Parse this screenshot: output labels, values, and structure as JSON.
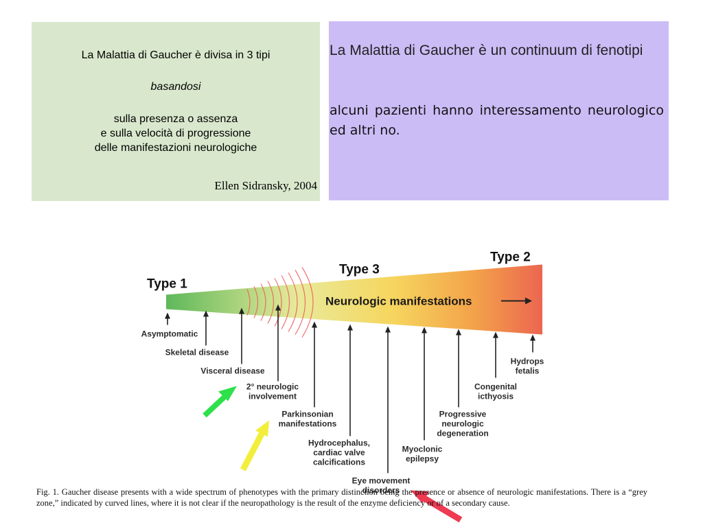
{
  "left_panel": {
    "line1": "La Malattia di Gaucher è divisa  in 3 tipi",
    "line2": "basandosi",
    "line3a": "sulla presenza o assenza",
    "line3b": "e sulla velocità di progressione",
    "line3c": "delle manifestazioni neurologiche",
    "citation": "Ellen Sidransky, 2004"
  },
  "right_panel": {
    "para1": "La Malattia di Gaucher è un continuum di fenotipi",
    "para2": "alcuni pazienti hanno interessamento neurologico ed altri no."
  },
  "figure": {
    "type1": "Type 1",
    "type2": "Type 2",
    "type3": "Type 3",
    "banner": "Neurologic manifestations",
    "phenotypes": [
      [
        "Asymptomatic"
      ],
      [
        "Skeletal disease"
      ],
      [
        "Visceral disease"
      ],
      [
        "2° neurologic",
        "involvement"
      ],
      [
        "Parkinsonian",
        "manifestations"
      ],
      [
        "Hydrocephalus,",
        "cardiac valve",
        "calcifications"
      ],
      [
        "Eye movement",
        "disorders"
      ],
      [
        "Myoclonic",
        "epilepsy"
      ],
      [
        "Progressive",
        "neurologic",
        "degeneration"
      ],
      [
        "Congenital",
        "icthyosis"
      ],
      [
        "Hydrops",
        "fetalis"
      ]
    ],
    "caption": "Fig. 1. Gaucher disease presents with a wide spectrum of phenotypes with the primary distinction being the presence or absence of neurologic manifestations. There is a “grey zone,” indicated by curved lines, where it is not clear if the neuropathology is the result of the enzyme deficiency or of a secondary cause.",
    "colors": {
      "gradient_start": "#5fb85a",
      "gradient_mid1": "#e8ea9a",
      "gradient_mid2": "#f6d65e",
      "gradient_mid3": "#f3a24a",
      "gradient_end": "#ec6650",
      "arrow_green": "#2ee04a",
      "arrow_yellow": "#f2ee3c",
      "arrow_red": "#ee3b52"
    }
  }
}
